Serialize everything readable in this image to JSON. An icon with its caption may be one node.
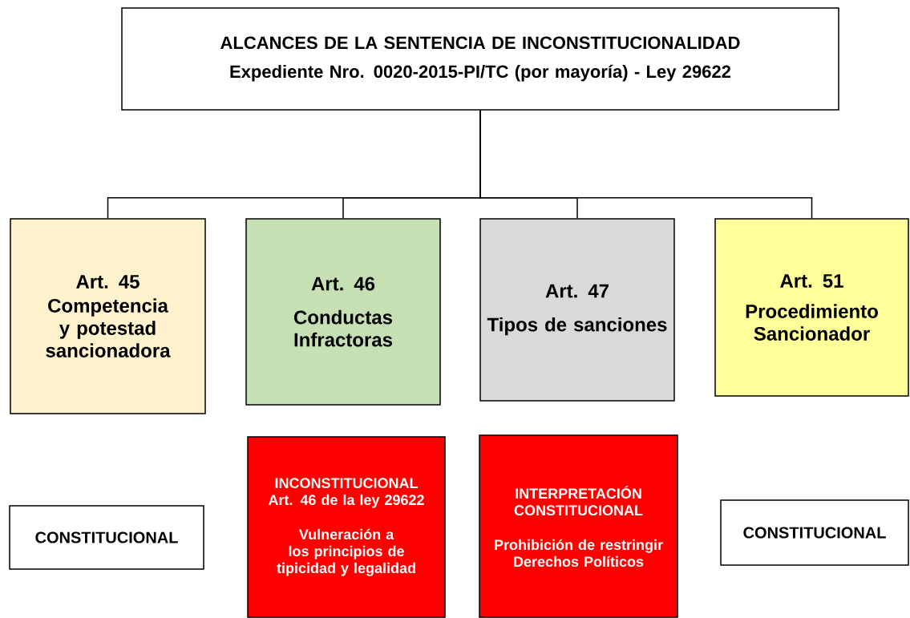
{
  "diagram": {
    "nodes": [
      {
        "text": [
          "ALCANCES DE LA SENTENCIA DE INCONSTITUCIONALIDAD",
          "Expediente Nro. 0020-2015-PI/TC (por mayoría) - Ley 29622"
        ]
      },
      {
        "text": [
          "Art. 45",
          "Competencia y potestad sancionadora"
        ]
      },
      {
        "text": [
          "Art. 46",
          "Conductas Infractoras"
        ]
      },
      {
        "text": [
          "Art. 47",
          "Tipos de sanciones"
        ]
      },
      {
        "text": [
          "Art. 51",
          "Procedimiento Sancionador"
        ]
      },
      {
        "text": [
          "CONSTITUCIONAL"
        ]
      },
      {
        "text": [
          "INCONSTITUCIONAL Art. 46 de la ley 29622",
          "Vulneración a los principios de tipicidad y legalidad"
        ]
      },
      {
        "text": [
          "INTERPRETACIÓN CONSTITUCIONAL",
          "Prohibición de restringir Derechos Políticos"
        ]
      },
      {
        "text": [
          "CONSTITUCIONAL"
        ]
      }
    ],
    "edges": [
      {
        "from": 0,
        "to": 1,
        "arrow": "none"
      },
      {
        "from": 0,
        "to": 2,
        "arrow": "none"
      },
      {
        "from": 0,
        "to": 3,
        "arrow": "none"
      },
      {
        "from": 0,
        "to": 4,
        "arrow": "none"
      }
    ]
  }
}
